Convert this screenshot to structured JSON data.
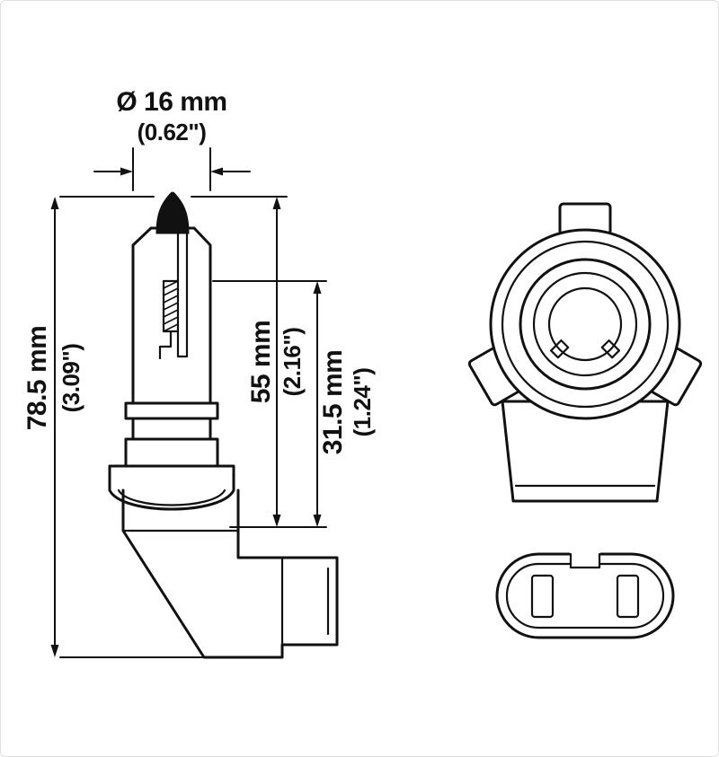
{
  "diagram": {
    "description": "Halogen bulb technical dimension drawing, side view with dimensions plus base front view and connector view",
    "labels": {
      "diameter_metric": "Ø 16 mm",
      "diameter_imperial": "(0.62\")",
      "overall_metric": "78.5 mm",
      "overall_imperial": "(3.09\")",
      "upper_metric": "55 mm",
      "upper_imperial": "(2.16\")",
      "lower_metric": "31.5 mm",
      "lower_imperial": "(1.24\")"
    },
    "colors": {
      "line": "#111111",
      "background": "#ffffff",
      "border": "#e0e0e0"
    }
  }
}
